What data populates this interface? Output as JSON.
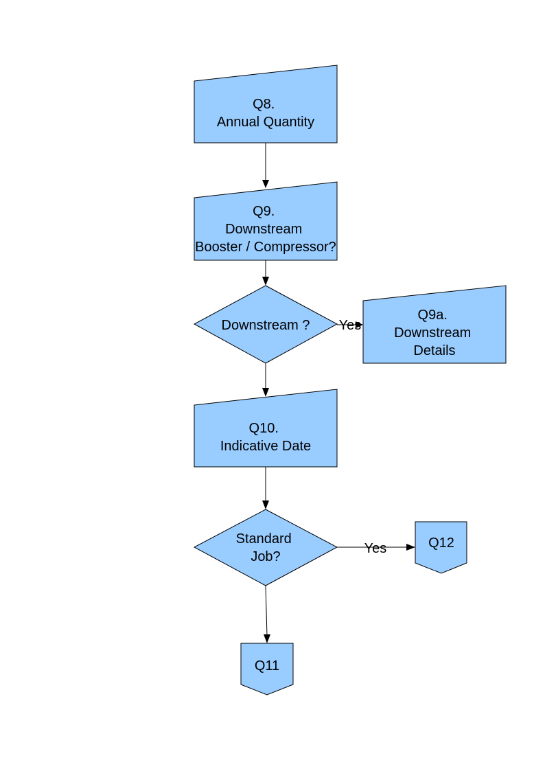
{
  "nodes": {
    "q8": {
      "lines": [
        "Q8.",
        "Annual Quantity"
      ]
    },
    "q9": {
      "lines": [
        "Q9.",
        "Downstream",
        "Booster / Compressor?"
      ]
    },
    "downstream": {
      "lines": [
        "Downstream ?"
      ]
    },
    "q9a": {
      "lines": [
        "Q9a.",
        "Downstream",
        "Details"
      ]
    },
    "q10": {
      "lines": [
        "Q10.",
        "Indicative Date"
      ]
    },
    "standard_job": {
      "lines": [
        "Standard",
        "Job?"
      ]
    },
    "q12": {
      "lines": [
        "Q12"
      ]
    },
    "q11": {
      "lines": [
        "Q11"
      ]
    }
  },
  "edges": {
    "downstream_yes": "Yes",
    "standard_yes": "Yes"
  },
  "colors": {
    "shape_fill": "#99ccff",
    "stroke": "#000000",
    "text": "#000000"
  }
}
